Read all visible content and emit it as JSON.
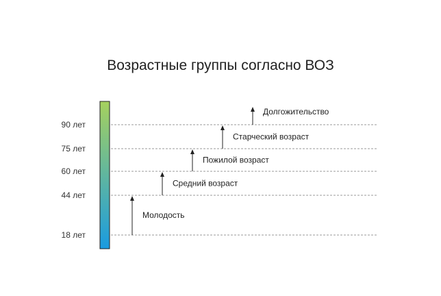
{
  "title": "Возрастные группы согласно ВОЗ",
  "colors": {
    "bar_top": "#a6d15e",
    "bar_bottom": "#1a9be0",
    "bar_border": "#222222",
    "gridline": "#9a9a9a",
    "arrow": "#222222"
  },
  "ticks": [
    {
      "value": 90,
      "label": "90 лет"
    },
    {
      "value": 75,
      "label": "75 лет"
    },
    {
      "value": 60,
      "label": "60 лет"
    },
    {
      "value": 44,
      "label": "44 лет"
    },
    {
      "value": 18,
      "label": "18 лет"
    }
  ],
  "groups": [
    {
      "from": 18,
      "to": 44,
      "label": "Молодость"
    },
    {
      "from": 44,
      "to": 60,
      "label": "Средний возраст"
    },
    {
      "from": 60,
      "to": 75,
      "label": "Пожилой возраст"
    },
    {
      "from": 75,
      "to": 90,
      "label": "Старческий возраст"
    },
    {
      "from": 90,
      "to": null,
      "label": "Долгожительство"
    }
  ]
}
